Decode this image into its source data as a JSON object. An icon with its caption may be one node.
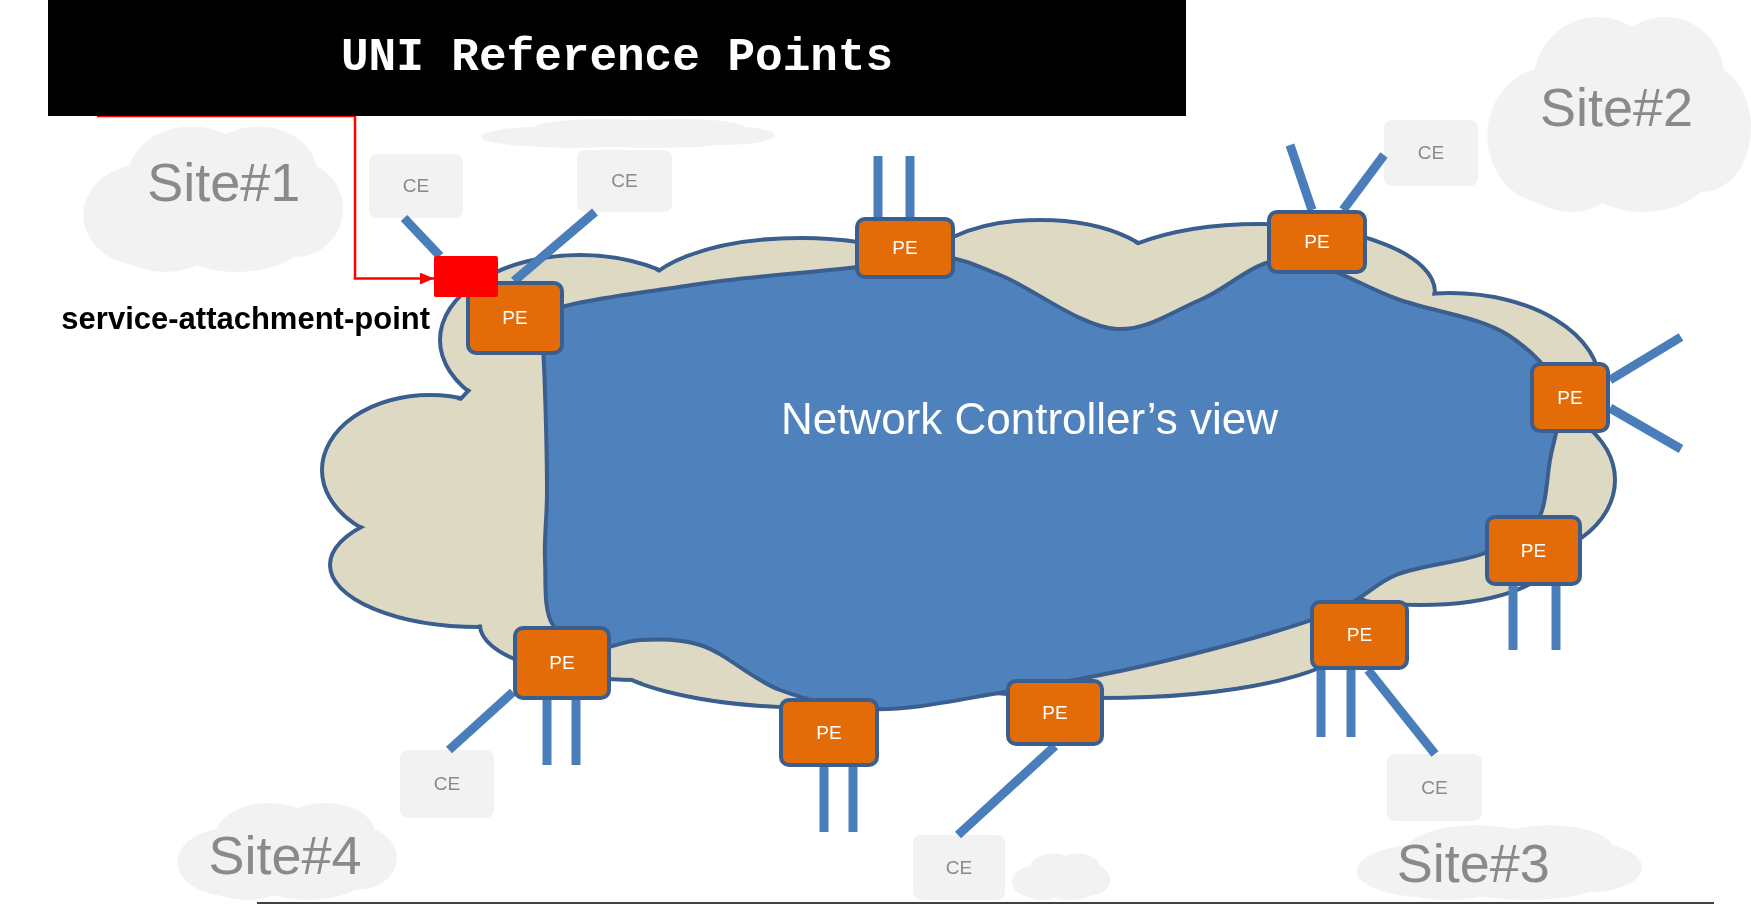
{
  "diagram": {
    "nodes": [
      {
        "text": [
          "UNI Reference Points"
        ]
      },
      {
        "text": [],
        "shape": "cloud"
      },
      {
        "text": [
          "Site#1"
        ]
      },
      {
        "text": [
          "CE"
        ]
      },
      {
        "text": [
          "CE"
        ]
      },
      {
        "text": [
          "Site#2"
        ]
      },
      {
        "text": [
          "CE"
        ]
      },
      {
        "text": [],
        "shape": "box",
        "beside": [
          "service-attachment-point"
        ]
      },
      {
        "text": [],
        "shape": "cloud"
      },
      {
        "text": [
          "Network Controller’s view"
        ],
        "in": 8
      },
      {
        "text": [
          "PE"
        ]
      },
      {
        "text": [
          "PE"
        ]
      },
      {
        "text": [
          "PE"
        ]
      },
      {
        "text": [
          "PE"
        ]
      },
      {
        "text": [
          "PE"
        ]
      },
      {
        "text": [
          "PE"
        ]
      },
      {
        "text": [
          "PE"
        ]
      },
      {
        "text": [
          "PE"
        ]
      },
      {
        "text": [
          "PE"
        ]
      },
      {
        "text": [
          "CE"
        ]
      },
      {
        "text": [
          "CE"
        ]
      },
      {
        "text": [
          "CE"
        ]
      },
      {
        "text": [
          "Site#4"
        ]
      },
      {
        "text": [],
        "shape": "cloud"
      },
      {
        "text": [
          "Site#3"
        ]
      }
    ],
    "edges": [
      {
        "from": 0,
        "to": 7,
        "arrow": "to",
        "color": "#ff0000"
      },
      {
        "from": 3,
        "to": 7,
        "arrow": "none"
      },
      {
        "from": 10,
        "to": 4,
        "arrow": "none"
      },
      {
        "from": 11,
        "to": null,
        "arrow": "none"
      },
      {
        "from": 11,
        "to": null,
        "arrow": "none"
      },
      {
        "from": 12,
        "to": null,
        "arrow": "none"
      },
      {
        "from": 12,
        "to": 6,
        "arrow": "none"
      },
      {
        "from": 13,
        "to": null,
        "arrow": "none"
      },
      {
        "from": 13,
        "to": null,
        "arrow": "none"
      },
      {
        "from": 14,
        "to": null,
        "arrow": "none"
      },
      {
        "from": 14,
        "to": null,
        "arrow": "none"
      },
      {
        "from": 15,
        "to": null,
        "arrow": "none"
      },
      {
        "from": 15,
        "to": null,
        "arrow": "none"
      },
      {
        "from": 15,
        "to": 21,
        "arrow": "none"
      },
      {
        "from": 16,
        "to": 20,
        "arrow": "none"
      },
      {
        "from": 17,
        "to": null,
        "arrow": "none"
      },
      {
        "from": 17,
        "to": null,
        "arrow": "none"
      },
      {
        "from": 18,
        "to": 19,
        "arrow": "none"
      },
      {
        "from": 18,
        "to": null,
        "arrow": "none"
      },
      {
        "from": 18,
        "to": null,
        "arrow": "none"
      }
    ]
  }
}
